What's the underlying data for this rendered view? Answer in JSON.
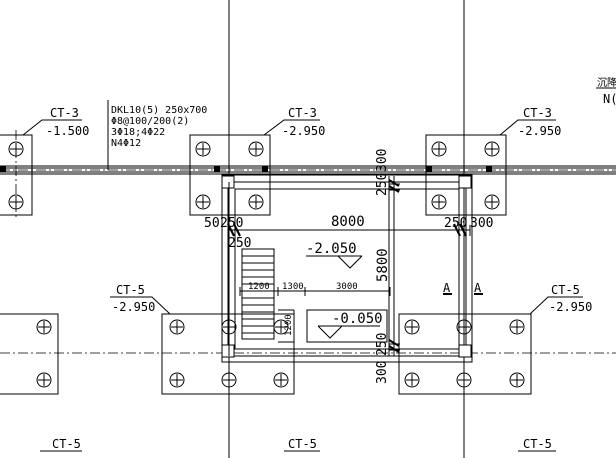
{
  "drawing": {
    "ct3_left_label": "CT-3",
    "ct3_left_elev": "-1.500",
    "beam_note_line1": "DKL10(5) 250x700",
    "beam_note_line2": "Φ8@100/200(2)",
    "beam_note_line3": "3Φ18;4Φ22",
    "beam_note_line4": "N4Φ12",
    "ct3_mid_label": "CT-3",
    "ct3_mid_elev": "-2.950",
    "ct3_right_label": "CT-3",
    "ct3_right_elev": "-2.950",
    "corner_note_line1": "沉降",
    "corner_note_line2": "N(",
    "dim_250_top": "250",
    "dim_300_top": "300",
    "dim_50_left": "50",
    "dim_250_left": "250",
    "dim_250_left_lower": "250",
    "dim_8000": "8000",
    "dim_250_right": "250",
    "dim_300_right": "300",
    "elev_upper": "-2.050",
    "dim_5800": "5800",
    "dim_1200_a": "1200",
    "dim_1300": "1300",
    "dim_3000": "3000",
    "dim_1200_b": "1200",
    "elev_lower": "-0.050",
    "dim_250_bottom": "250",
    "dim_300_bottom": "300",
    "section_a_left": "A",
    "section_a_right": "A",
    "ct5_left_label": "CT-5",
    "ct5_left_elev": "-2.950",
    "ct5_right_label": "CT-5",
    "ct5_right_elev": "-2.950",
    "ct5_bottom_left": "CT-5",
    "ct5_bottom_mid": "CT-5",
    "ct5_bottom_right": "CT-5"
  }
}
